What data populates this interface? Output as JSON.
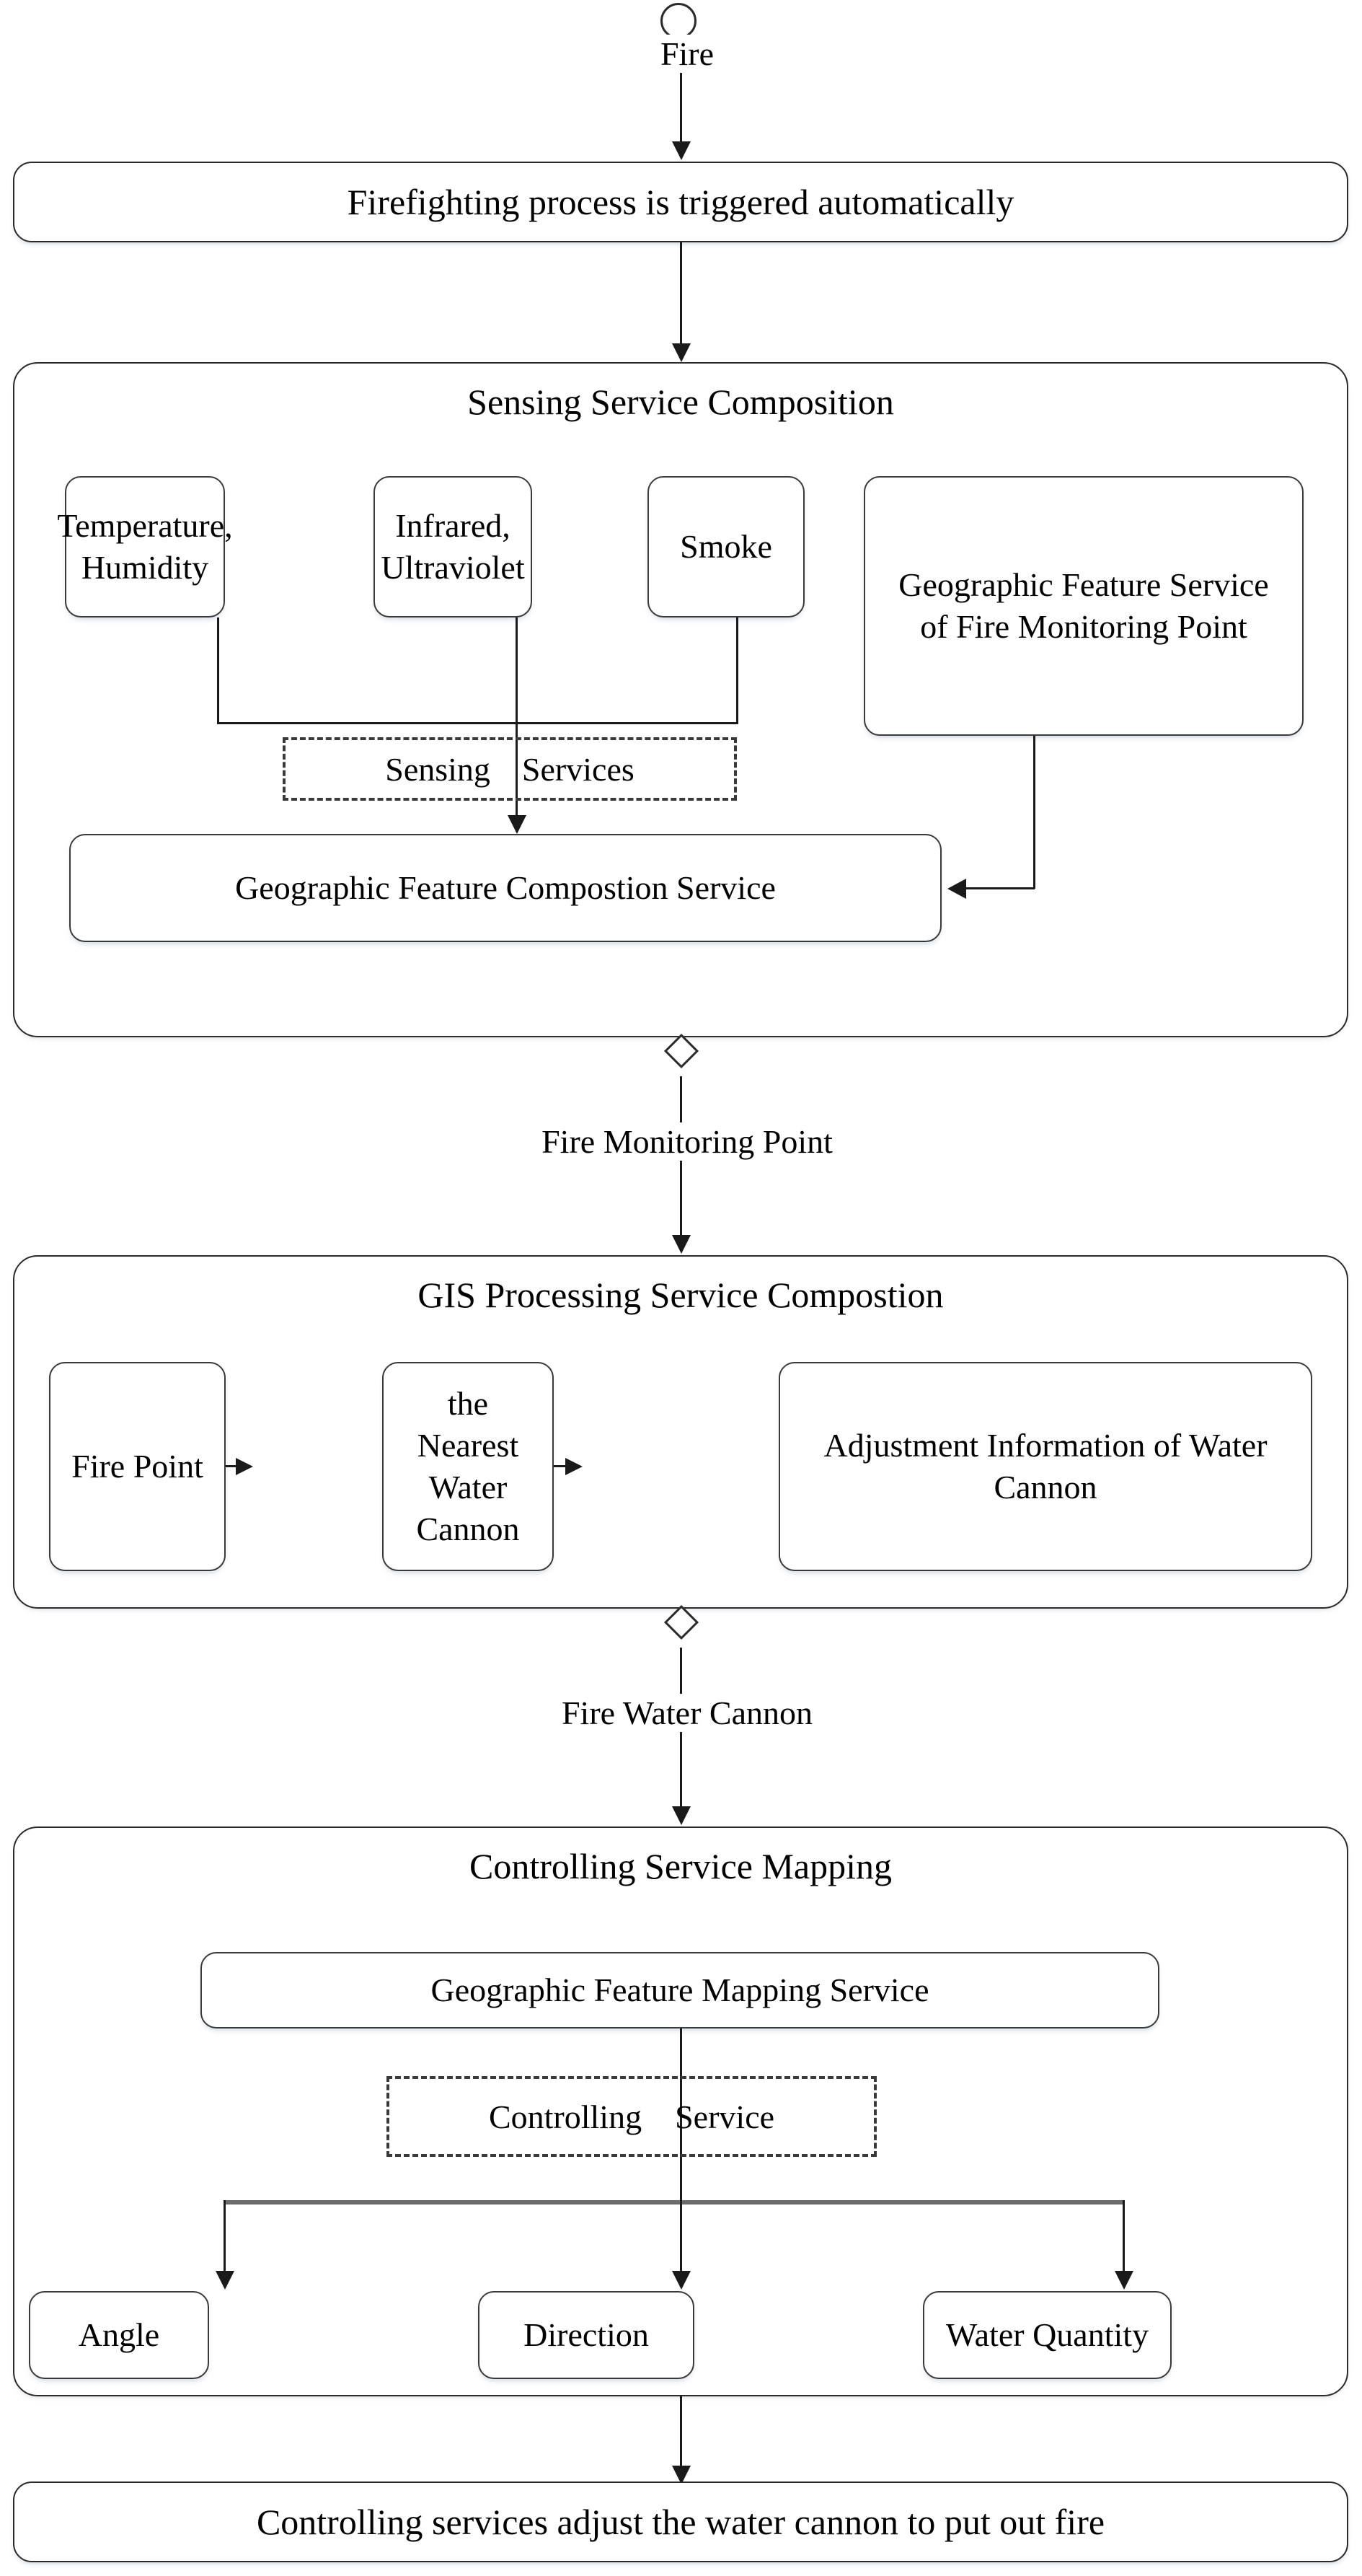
{
  "diagram": {
    "title": "Firefighting service composition flow",
    "start_node": "start-circle",
    "edge_labels": {
      "fire": "Fire",
      "fire_monitoring_point": "Fire Monitoring Point",
      "fire_water_cannon": "Fire Water Cannon"
    },
    "steps": {
      "trigger": "Firefighting process is triggered automatically",
      "final": "Controlling services adjust the water cannon to put out fire"
    },
    "sensing": {
      "title": "Sensing Service Composition",
      "sensors": [
        "Temperature, Humidity",
        "Infrared, Ultraviolet",
        "Smoke"
      ],
      "geo_service": "Geographic Feature Service of Fire Monitoring Point",
      "dashed_label_left": "Sensing",
      "dashed_label_right": "Services",
      "composition_service": "Geographic Feature Compostion Service"
    },
    "gis": {
      "title": "GIS Processing Service Compostion",
      "steps": [
        "Fire Point",
        "the Nearest Water Cannon",
        "Adjustment Information of  Water Cannon"
      ]
    },
    "controlling": {
      "title": "Controlling Service Mapping",
      "mapping_service": "Geographic Feature Mapping Service",
      "dashed_label_left": "Controlling",
      "dashed_label_right": "Service",
      "outputs": [
        "Angle",
        "Direction",
        "Water Quantity"
      ]
    },
    "colors": {
      "stroke": "#2b2b2b",
      "line": "#1a1a1a",
      "thick_line": "#6b6b6b",
      "background": "#ffffff"
    }
  }
}
